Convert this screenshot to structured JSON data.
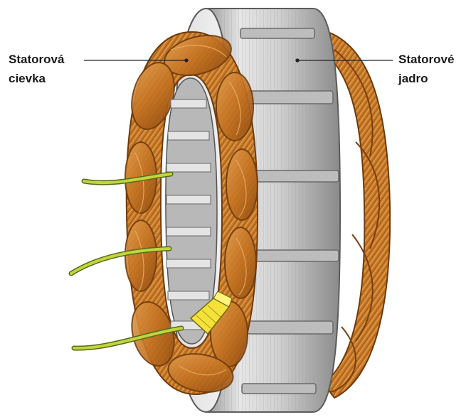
{
  "labels": {
    "stator_coil": {
      "line1": "Statorová",
      "line2": "cievka"
    },
    "stator_core": {
      "line1": "Statorové",
      "line2": "jadro"
    }
  },
  "colors": {
    "background": "#ffffff",
    "copper": "#c97a26",
    "copper_dark": "#8a4a12",
    "copper_light": "#e6a45a",
    "steel": "#c9c9c9",
    "steel_dark": "#7d7d7d",
    "steel_light": "#eeeeee",
    "lead_wire": "#b9c93a",
    "lead_sleeve": "#f4e23a",
    "label_text": "#1a1a1a"
  }
}
